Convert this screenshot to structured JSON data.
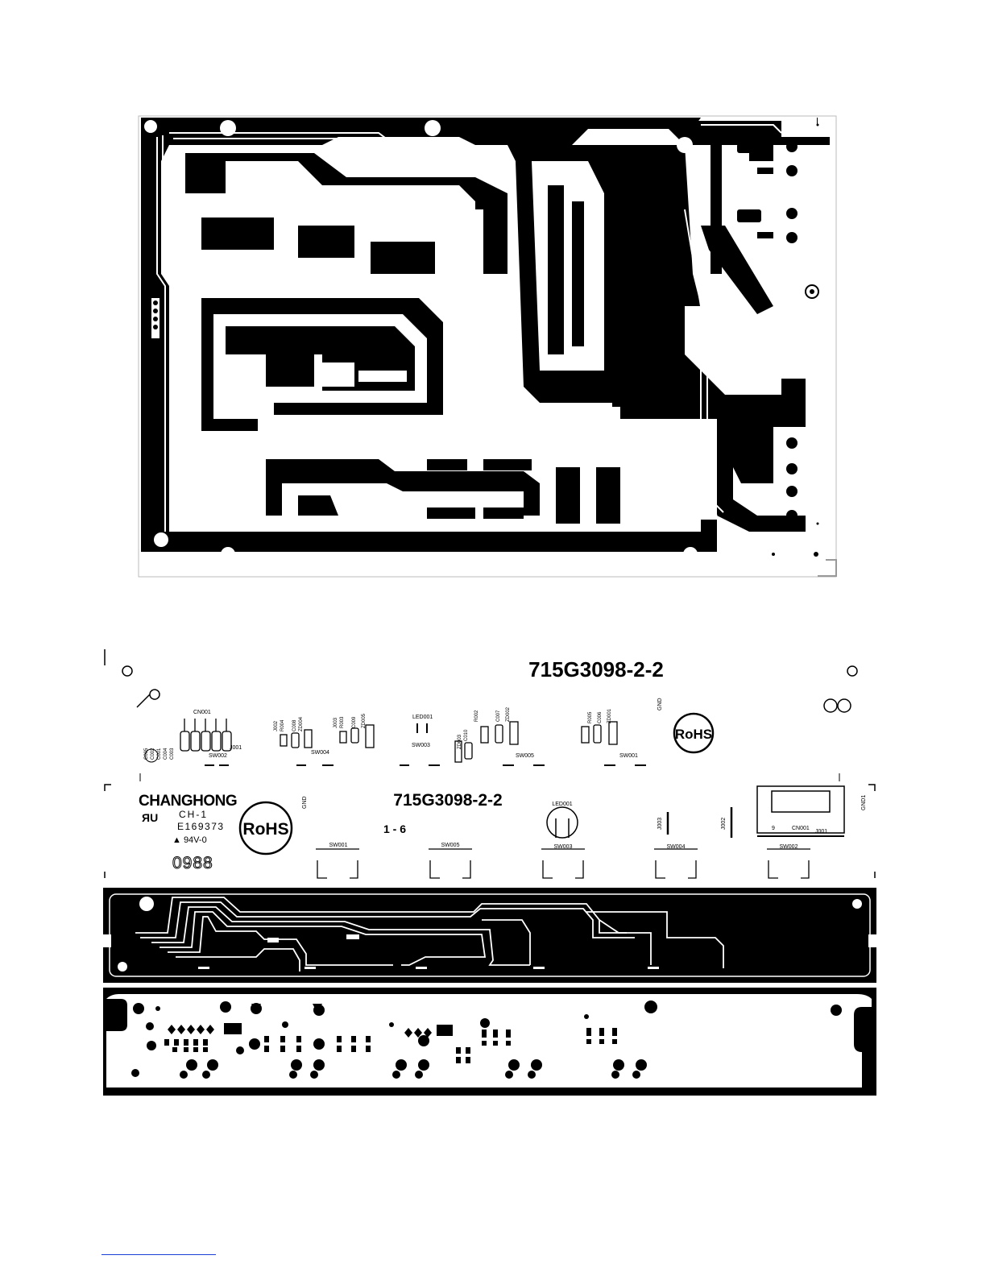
{
  "silkscreen_top": {
    "board_number": "715G3098-2-2",
    "rohs": "RoHS",
    "gnd": "GND",
    "labels": {
      "cn001": "CN001",
      "sw002": "SW002",
      "j001": "J001",
      "c005": "C005",
      "c002": "C002",
      "c001": "C001",
      "c004": "C004",
      "c003": "C003",
      "j002": "J002",
      "r004": "R004",
      "c008": "C008",
      "zd004": "ZD004",
      "j003": "J003",
      "r003": "R003",
      "c009": "C009",
      "zd005": "ZD005",
      "sw004": "SW004",
      "led001": "LED001",
      "sw003": "SW003",
      "zd003": "ZD003",
      "c010": "C010",
      "r002": "R002",
      "c007": "C007",
      "zd002": "ZD002",
      "sw005": "SW005",
      "r005": "R005",
      "c006": "C006",
      "zd001": "ZD001",
      "sw001": "SW001"
    }
  },
  "silkscreen_bottom": {
    "brand": "CHANGHONG",
    "ul_mark": "ЯU",
    "ch": "CH-1",
    "ul_file": "E169373",
    "rating": "▲ 94V-0",
    "date_code": "0988",
    "rohs": "RoHS",
    "gnd": "GND",
    "board_number": "715G3098-2-2",
    "page": "1 - 6",
    "led001": "LED001",
    "j003": "J003",
    "j002": "J002",
    "cn001": "CN001",
    "j001": "J001",
    "gnd1": "GND1",
    "pin9": "9",
    "switches": [
      "SW001",
      "SW005",
      "SW003",
      "SW004",
      "SW002"
    ]
  },
  "colors": {
    "copper": "#000000",
    "board": "#ffffff",
    "footer_rule": "#1a3fd6"
  }
}
